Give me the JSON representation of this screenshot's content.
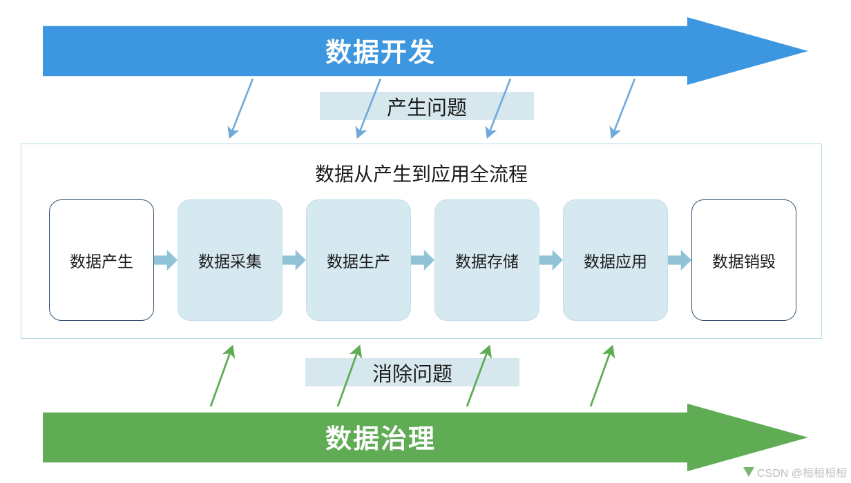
{
  "diagram": {
    "title_top_banner": "数据开发",
    "title_bottom_banner": "数据治理",
    "band_top_label": "产生问题",
    "band_bottom_label": "消除问题",
    "process_title": "数据从产生到应用全流程",
    "stages": [
      {
        "label": "数据产生",
        "style": "outline"
      },
      {
        "label": "数据采集",
        "style": "filled"
      },
      {
        "label": "数据生产",
        "style": "filled"
      },
      {
        "label": "数据存储",
        "style": "filled"
      },
      {
        "label": "数据应用",
        "style": "filled"
      },
      {
        "label": "数据销毁",
        "style": "outline"
      }
    ],
    "stage_connector_icon": "right-arrow-icon",
    "colors": {
      "top_banner": "#3d97e0",
      "bottom_banner": "#5fac55",
      "band": "#d7e7ee",
      "stage_fill": "#d6e9f1",
      "stage_outline_border": "#2f4f73",
      "connector_arrow": "#8fc3d5",
      "container_border": "#b4d9e8",
      "down_arrow": "#6fa8dc",
      "up_arrow": "#5fac55"
    },
    "down_arrow_count": 4,
    "up_arrow_count": 4
  },
  "watermark": {
    "text": "CSDN @桓桓桓桓"
  }
}
